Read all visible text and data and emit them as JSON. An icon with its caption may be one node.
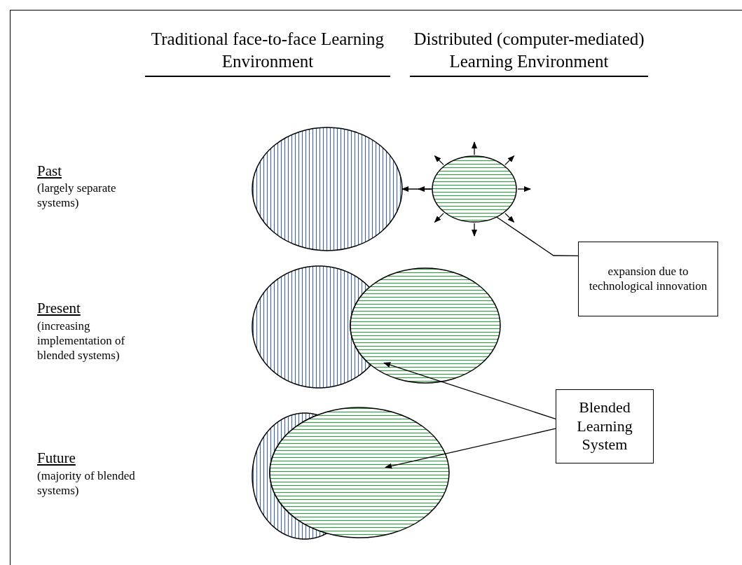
{
  "diagram": {
    "nodes": [
      {
        "text": [],
        "shape": "circle"
      },
      {
        "text": [],
        "shape": "circle"
      },
      {
        "text": [],
        "shape": "circle"
      },
      {
        "text": [],
        "shape": "circle"
      },
      {
        "text": [],
        "shape": "circle"
      },
      {
        "text": [],
        "shape": "circle"
      },
      {
        "text": [
          "expansion due to technological innovation"
        ]
      },
      {
        "text": [
          "Blended Learning System"
        ]
      }
    ],
    "edges": [
      {
        "from": 1,
        "to": 0,
        "arrow": "to"
      },
      {
        "from": 6,
        "to": 1,
        "arrow": "none"
      },
      {
        "from": 7,
        "to": 3,
        "arrow": "to"
      },
      {
        "from": 7,
        "to": 5,
        "arrow": "to"
      }
    ],
    "labels": [
      "Traditional face-to-face Learning Environment",
      "Distributed (computer-mediated) Learning Environment",
      "Past",
      "(largely separate systems)",
      "Present",
      "(increasing implementation of blended systems)",
      "Future",
      "(majority of blended systems)"
    ]
  }
}
